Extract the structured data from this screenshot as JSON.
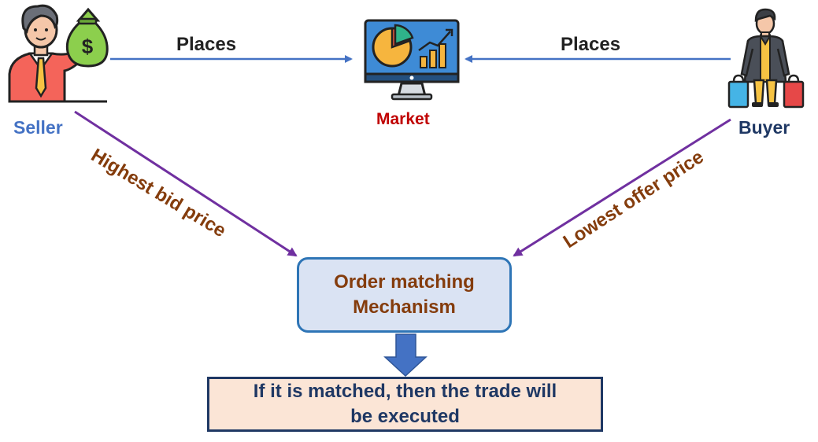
{
  "nodes": {
    "seller": {
      "label": "Seller",
      "color": "#4472c4"
    },
    "market": {
      "label": "Market",
      "color": "#c00000"
    },
    "buyer": {
      "label": "Buyer",
      "color": "#1f3864"
    }
  },
  "edges": {
    "seller_to_market": "Places",
    "buyer_to_market": "Places",
    "seller_to_mechanism": "Highest bid price",
    "buyer_to_mechanism": "Lowest offer price"
  },
  "mechanism": {
    "line1": "Order matching",
    "line2": "Mechanism"
  },
  "result": {
    "line1": "If it is matched, then the trade will",
    "line2": "be executed"
  },
  "colors": {
    "horizontal_arrow": "#4472c4",
    "diagonal_arrow": "#7030a0",
    "edge_label_diagonal": "#843c0c",
    "down_arrow": "#4472c4"
  },
  "icons": {
    "seller": "businessman-with-money-bag-icon",
    "market": "monitor-with-charts-icon",
    "buyer": "shopper-with-bags-icon"
  }
}
